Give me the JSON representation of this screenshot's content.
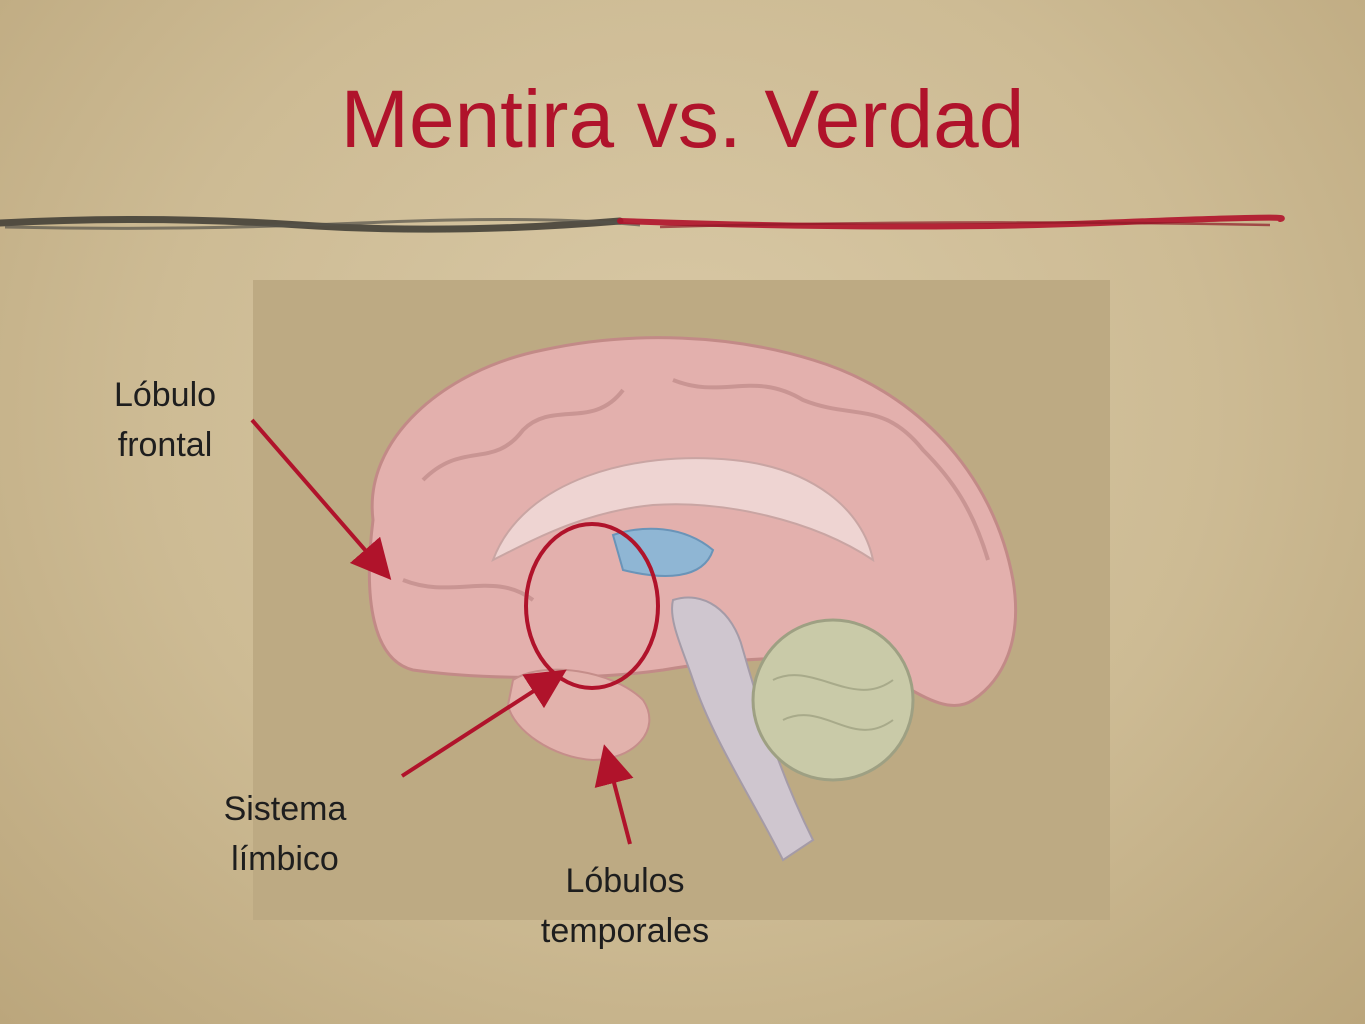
{
  "slide": {
    "title": "Mentira vs. Verdad",
    "accent_color": "#b0132b",
    "labels": {
      "frontal": [
        "Lóbulo",
        "frontal"
      ],
      "limbic": [
        "Sistema",
        "límbico"
      ],
      "temporal": [
        "Lóbulos",
        "temporales"
      ]
    }
  }
}
